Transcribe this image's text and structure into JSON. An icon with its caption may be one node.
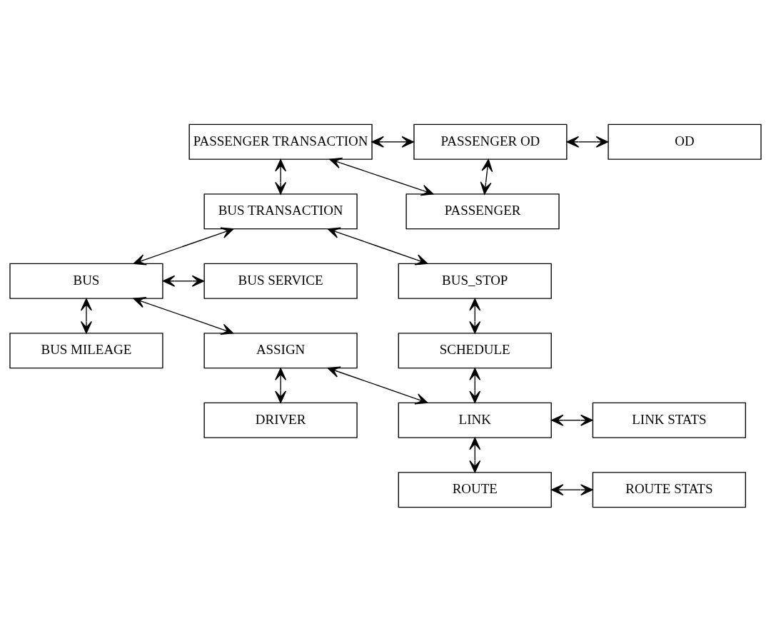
{
  "diagram": {
    "nodes": [
      {
        "text": [
          "PASSENGER TRANSACTION"
        ]
      },
      {
        "text": [
          "PASSENGER OD"
        ]
      },
      {
        "text": [
          "OD"
        ]
      },
      {
        "text": [
          "PASSENGER"
        ]
      },
      {
        "text": [
          "BUS TRANSACTION"
        ]
      },
      {
        "text": [
          "BUS SERVICE"
        ]
      },
      {
        "text": [
          "BUS_STOP"
        ]
      },
      {
        "text": [
          "BUS"
        ]
      },
      {
        "text": [
          "BUS MILEAGE"
        ]
      },
      {
        "text": [
          "SCHEDULE"
        ]
      },
      {
        "text": [
          "ASSIGN"
        ]
      },
      {
        "text": [
          "DRIVER"
        ]
      },
      {
        "text": [
          "LINK"
        ]
      },
      {
        "text": [
          "LINK STATS"
        ]
      },
      {
        "text": [
          "ROUTE"
        ]
      },
      {
        "text": [
          "ROUTE STATS"
        ]
      }
    ],
    "edges": [
      {
        "from": 0,
        "to": 1,
        "arrow": "both"
      },
      {
        "from": 1,
        "to": 2,
        "arrow": "both"
      },
      {
        "from": 1,
        "to": 3,
        "arrow": "both"
      },
      {
        "from": 0,
        "to": 3,
        "arrow": "both"
      },
      {
        "from": 0,
        "to": 4,
        "arrow": "both"
      },
      {
        "from": 4,
        "to": 6,
        "arrow": "both"
      },
      {
        "from": 4,
        "to": 7,
        "arrow": "both"
      },
      {
        "from": 5,
        "to": 7,
        "arrow": "both"
      },
      {
        "from": 7,
        "to": 8,
        "arrow": "both"
      },
      {
        "from": 7,
        "to": 10,
        "arrow": "both"
      },
      {
        "from": 10,
        "to": 11,
        "arrow": "both"
      },
      {
        "from": 6,
        "to": 9,
        "arrow": "both"
      },
      {
        "from": 9,
        "to": 12,
        "arrow": "both"
      },
      {
        "from": 12,
        "to": 10,
        "arrow": "both"
      },
      {
        "from": 12,
        "to": 13,
        "arrow": "both"
      },
      {
        "from": 12,
        "to": 14,
        "arrow": "both"
      },
      {
        "from": 14,
        "to": 15,
        "arrow": "both"
      }
    ]
  }
}
